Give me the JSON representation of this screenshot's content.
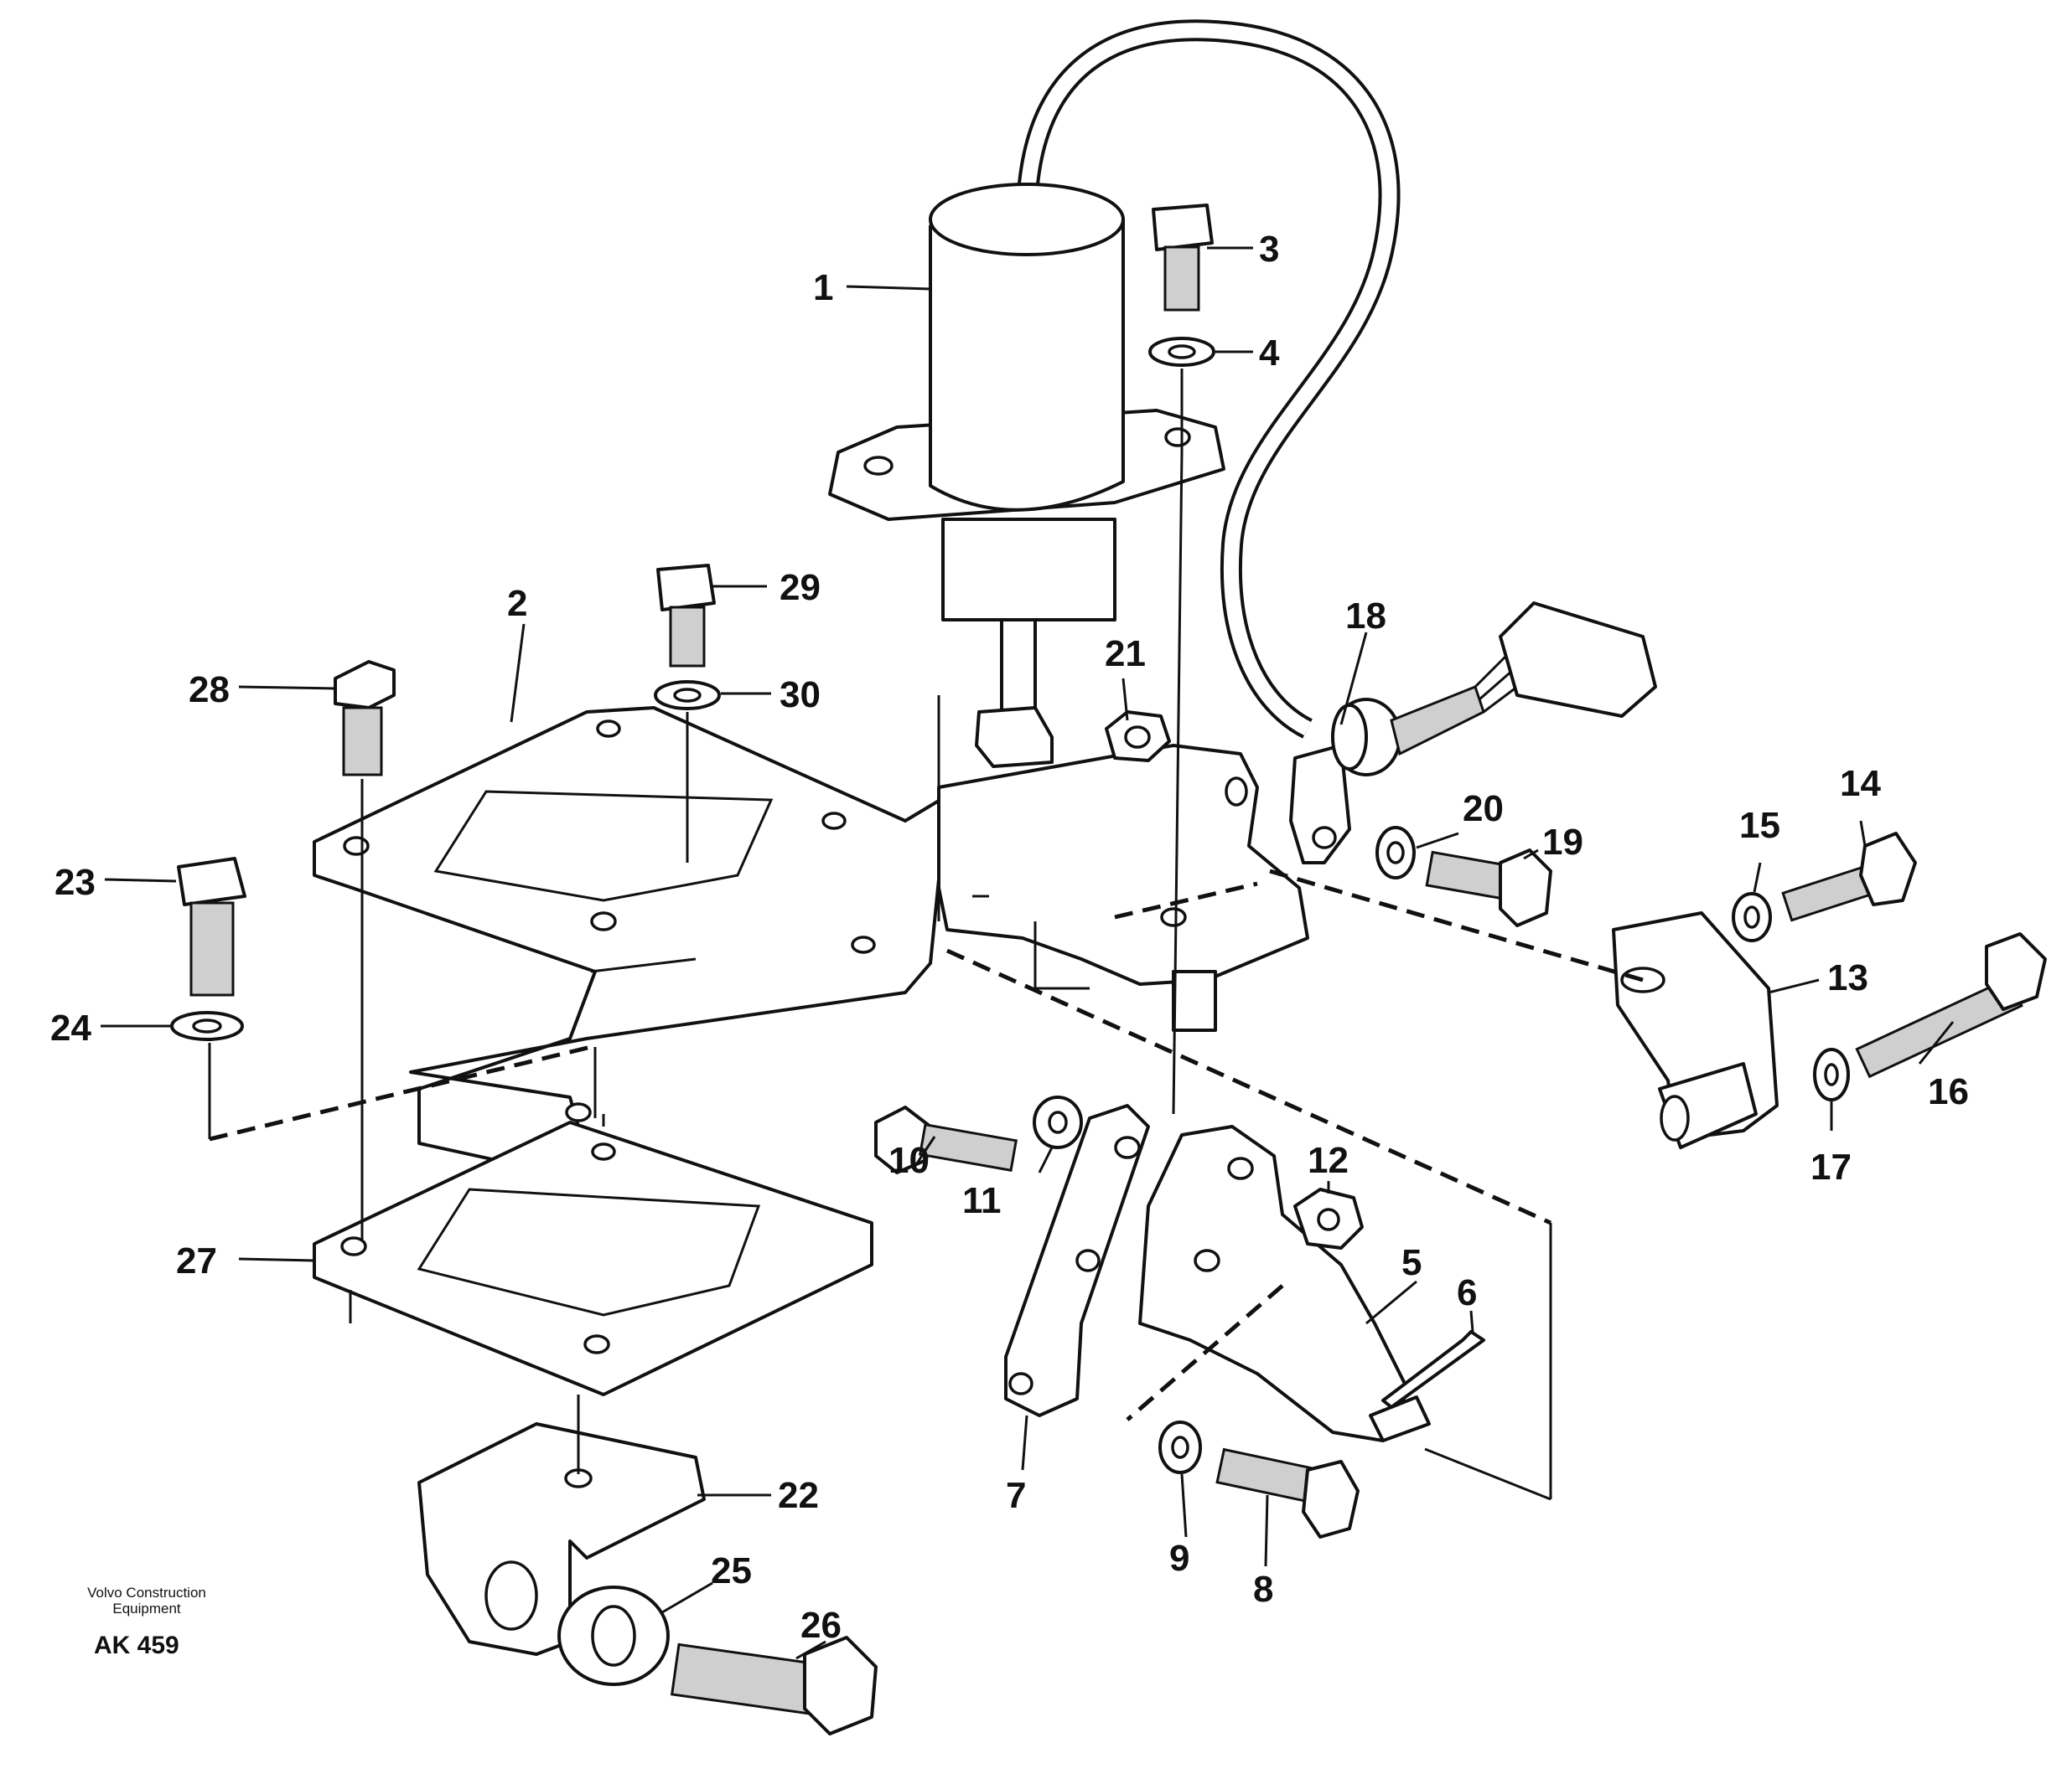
{
  "parts": [
    {
      "id": "1",
      "label": "1"
    },
    {
      "id": "2",
      "label": "2"
    },
    {
      "id": "3",
      "label": "3"
    },
    {
      "id": "4",
      "label": "4"
    },
    {
      "id": "5",
      "label": "5"
    },
    {
      "id": "6",
      "label": "6"
    },
    {
      "id": "7",
      "label": "7"
    },
    {
      "id": "8",
      "label": "8"
    },
    {
      "id": "9",
      "label": "9"
    },
    {
      "id": "10",
      "label": "10"
    },
    {
      "id": "11",
      "label": "11"
    },
    {
      "id": "12",
      "label": "12"
    },
    {
      "id": "13",
      "label": "13"
    },
    {
      "id": "14",
      "label": "14"
    },
    {
      "id": "15",
      "label": "15"
    },
    {
      "id": "16",
      "label": "16"
    },
    {
      "id": "17",
      "label": "17"
    },
    {
      "id": "18",
      "label": "18"
    },
    {
      "id": "19",
      "label": "19"
    },
    {
      "id": "20",
      "label": "20"
    },
    {
      "id": "21",
      "label": "21"
    },
    {
      "id": "22",
      "label": "22"
    },
    {
      "id": "23",
      "label": "23"
    },
    {
      "id": "24",
      "label": "24"
    },
    {
      "id": "25",
      "label": "25"
    },
    {
      "id": "26",
      "label": "26"
    },
    {
      "id": "27",
      "label": "27"
    },
    {
      "id": "28",
      "label": "28"
    },
    {
      "id": "29",
      "label": "29"
    },
    {
      "id": "30",
      "label": "30"
    }
  ],
  "credit": {
    "line1": "Volvo Construction",
    "line2": "Equipment",
    "code": "AK 459"
  }
}
